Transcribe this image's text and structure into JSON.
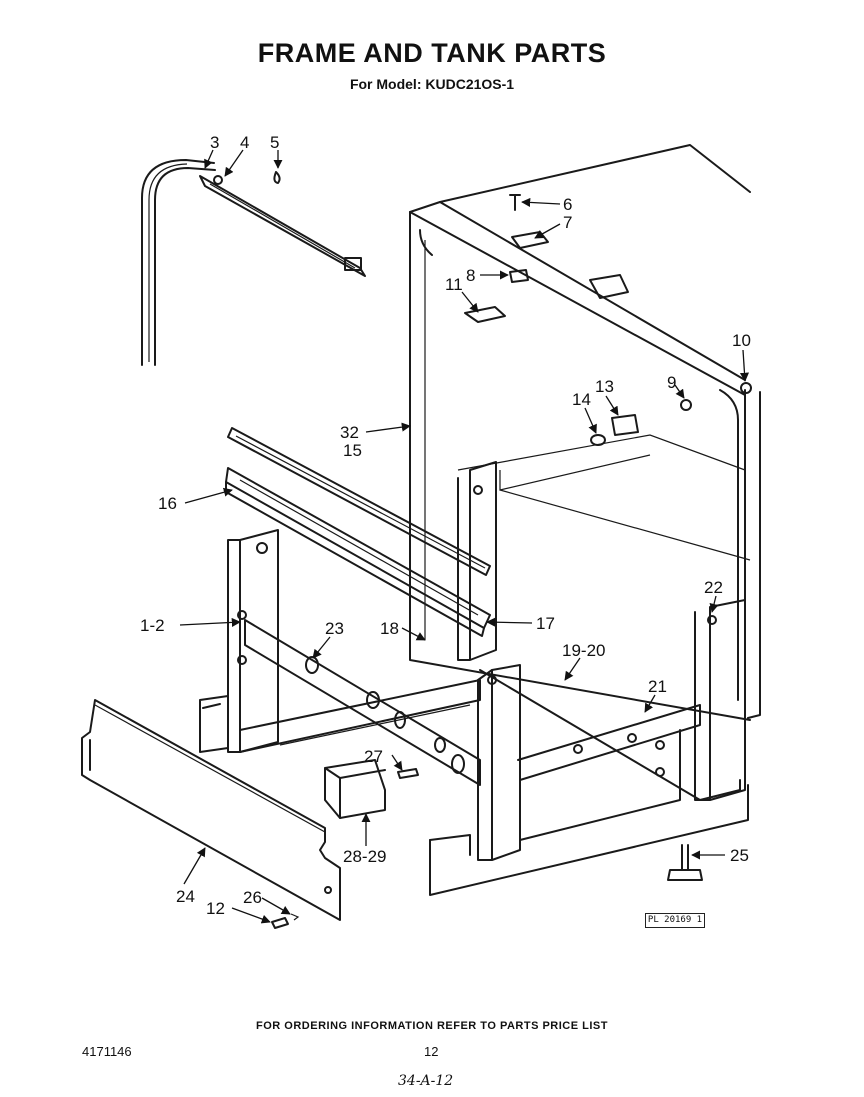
{
  "title": "FRAME AND TANK PARTS",
  "subtitle": "For Model: KUDC21OS-1",
  "footer": "FOR ORDERING INFORMATION REFER TO PARTS PRICE LIST",
  "doc_number": "4171146",
  "page_number": "12",
  "handwritten_note": "34-A-12",
  "reference_code": "PL 20169 1",
  "callouts": {
    "c1_2": "1-2",
    "c3": "3",
    "c4": "4",
    "c5": "5",
    "c6": "6",
    "c7": "7",
    "c8": "8",
    "c9": "9",
    "c10": "10",
    "c11": "11",
    "c12": "12",
    "c13": "13",
    "c14": "14",
    "c15": "15",
    "c16": "16",
    "c17": "17",
    "c18": "18",
    "c19_20": "19-20",
    "c21": "21",
    "c22": "22",
    "c23": "23",
    "c24": "24",
    "c25": "25",
    "c26": "26",
    "c27": "27",
    "c28_29": "28-29",
    "c32": "32"
  }
}
